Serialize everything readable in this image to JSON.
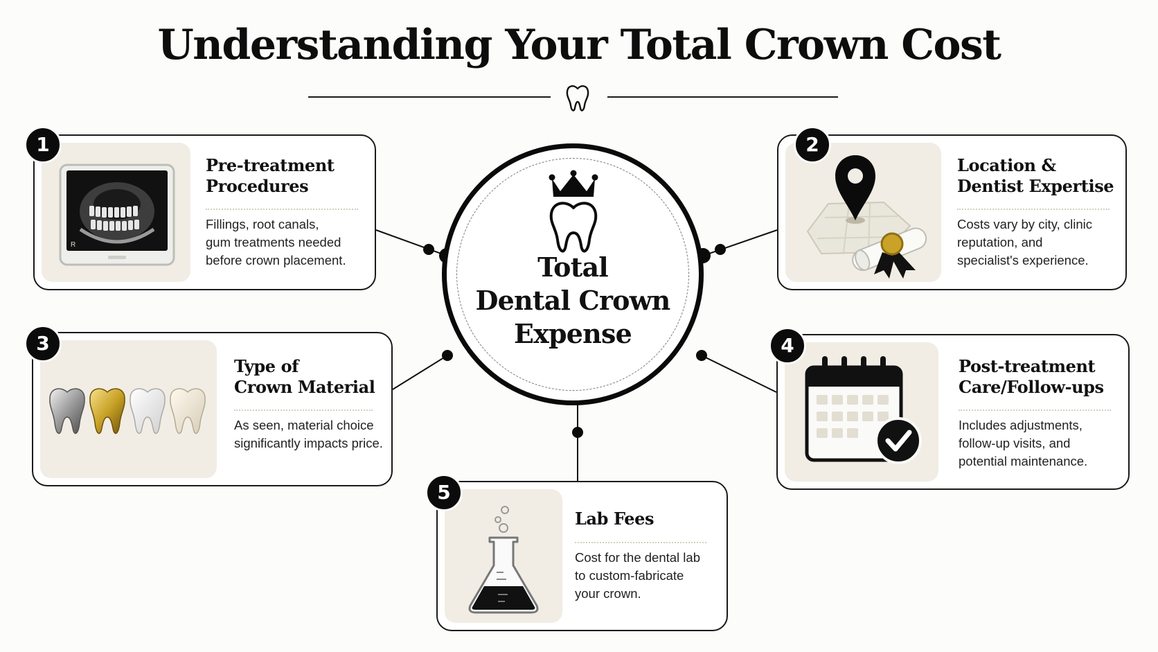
{
  "title": "Understanding Your Total Crown Cost",
  "center": {
    "lines": [
      "Total",
      "Dental Crown",
      "Expense"
    ]
  },
  "factors": [
    {
      "number": "1",
      "title_lines": [
        "Pre-treatment",
        "Procedures"
      ],
      "desc_lines": [
        "Fillings, root canals,",
        "gum treatments needed",
        "before crown placement."
      ],
      "icon": "dental-xray-icon"
    },
    {
      "number": "2",
      "title_lines": [
        "Location &",
        "Dentist Expertise"
      ],
      "desc_lines": [
        "Costs vary by city, clinic",
        "reputation, and",
        "specialist's experience."
      ],
      "icon": "map-pin-diploma-icon"
    },
    {
      "number": "3",
      "title_lines": [
        "Type of",
        "Crown Material"
      ],
      "desc_lines": [
        "As seen, material choice",
        "significantly impacts price."
      ],
      "icon": "crown-materials-icon"
    },
    {
      "number": "4",
      "title_lines": [
        "Post-treatment",
        "Care/Follow-ups"
      ],
      "desc_lines": [
        "Includes adjustments,",
        "follow-up visits, and",
        "potential maintenance."
      ],
      "icon": "calendar-check-icon"
    },
    {
      "number": "5",
      "title_lines": [
        "Lab Fees"
      ],
      "desc_lines": [
        "Cost for the dental lab",
        "to custom-fabricate",
        "your crown."
      ],
      "icon": "lab-flask-icon"
    }
  ],
  "xray_marker": "R",
  "colors": {
    "ink": "#0b0b0b",
    "card_border": "#1a1a1a",
    "image_panel": "#f1ede4",
    "gold": "#c9a227",
    "silver": "#a9a9a9",
    "background": "#fcfcfb"
  }
}
